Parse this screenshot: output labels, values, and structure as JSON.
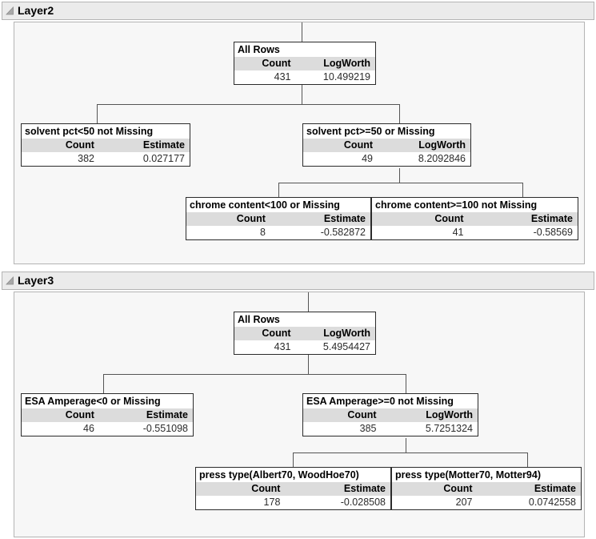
{
  "layers": [
    {
      "name": "Layer2",
      "title": "Layer2",
      "disclosure_icon": "disclosure-open-triangle-icon",
      "nodes": [
        {
          "id": "l2-root",
          "title": "All Rows",
          "columns": [
            {
              "header": "Count",
              "value": "431"
            },
            {
              "header": "LogWorth",
              "value": "10.499219"
            }
          ]
        },
        {
          "id": "l2-left",
          "title": "solvent pct<50 not Missing",
          "columns": [
            {
              "header": "Count",
              "value": "382"
            },
            {
              "header": "Estimate",
              "value": "0.027177"
            }
          ]
        },
        {
          "id": "l2-right",
          "title": "solvent pct>=50 or Missing",
          "columns": [
            {
              "header": "Count",
              "value": "49"
            },
            {
              "header": "LogWorth",
              "value": "8.2092846"
            }
          ]
        },
        {
          "id": "l2-leaf-left",
          "title": "chrome content<100 or Missing",
          "columns": [
            {
              "header": "Count",
              "value": "8"
            },
            {
              "header": "Estimate",
              "value": "-0.582872"
            }
          ]
        },
        {
          "id": "l2-leaf-right",
          "title": "chrome content>=100 not Missing",
          "columns": [
            {
              "header": "Count",
              "value": "41"
            },
            {
              "header": "Estimate",
              "value": "-0.58569"
            }
          ]
        }
      ]
    },
    {
      "name": "Layer3",
      "title": "Layer3",
      "disclosure_icon": "disclosure-open-triangle-icon",
      "nodes": [
        {
          "id": "l3-root",
          "title": "All Rows",
          "columns": [
            {
              "header": "Count",
              "value": "431"
            },
            {
              "header": "LogWorth",
              "value": "5.4954427"
            }
          ]
        },
        {
          "id": "l3-left",
          "title": "ESA Amperage<0 or Missing",
          "columns": [
            {
              "header": "Count",
              "value": "46"
            },
            {
              "header": "Estimate",
              "value": "-0.551098"
            }
          ]
        },
        {
          "id": "l3-right",
          "title": "ESA Amperage>=0 not Missing",
          "columns": [
            {
              "header": "Count",
              "value": "385"
            },
            {
              "header": "LogWorth",
              "value": "5.7251324"
            }
          ]
        },
        {
          "id": "l3-leaf-left",
          "title": "press type(Albert70, WoodHoe70)",
          "columns": [
            {
              "header": "Count",
              "value": "178"
            },
            {
              "header": "Estimate",
              "value": "-0.028508"
            }
          ]
        },
        {
          "id": "l3-leaf-right",
          "title": "press type(Motter70, Motter94)",
          "columns": [
            {
              "header": "Count",
              "value": "207"
            },
            {
              "header": "Estimate",
              "value": "0.0742558"
            }
          ]
        }
      ]
    }
  ],
  "colors": {
    "header_bar": "#ebebeb",
    "panel_bg": "#f7f7f7",
    "node_border": "#2b2b2b",
    "column_header_bg": "#dcdcdc",
    "connector": "#555555",
    "panel_border": "#b4b4b4"
  }
}
